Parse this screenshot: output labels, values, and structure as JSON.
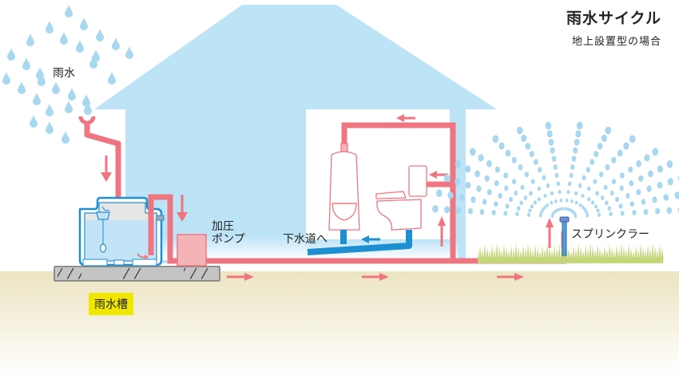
{
  "title": {
    "main": "雨水サイクル",
    "sub": "地上設置型の場合"
  },
  "labels": {
    "rain": "雨水",
    "pump_line1": "加圧",
    "pump_line2": "ポンプ",
    "sewer": "下水道へ",
    "sprinkler": "スプリンクラー",
    "tank": "雨水槽"
  },
  "colors": {
    "house": "#bde3f7",
    "pipe": "#ef7680",
    "pump": "#f4b3b6",
    "drain_pipe": "#1e8fd0",
    "rain_drop": "#a8d8f0",
    "sprinkler_spray": "#a8d8f0",
    "grass": "#c3d679",
    "ground_top": "#ede6c6",
    "tank_label_bg": "#f0e600",
    "base_slab": "#c4c4c4",
    "tank_outline": "#1e8fd0",
    "tank_water": "#c3e4f6"
  },
  "icons": {
    "rain": "water-drop-icon",
    "toilet": "toilet-icon",
    "urinal": "urinal-icon",
    "sprinkler": "sprinkler-icon",
    "pump": "pump-icon",
    "tank": "rainwater-tank-icon",
    "flow_arrow": "arrow-icon"
  }
}
